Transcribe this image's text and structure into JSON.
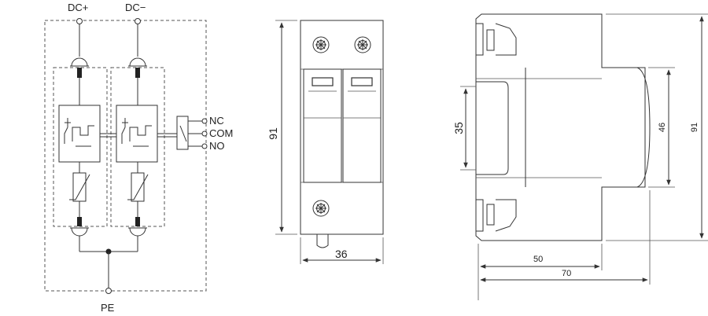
{
  "schematic": {
    "terminal_dc_plus": "DC+",
    "terminal_dc_minus": "DC−",
    "terminal_pe": "PE",
    "contact_nc": "NC",
    "contact_com": "COM",
    "contact_no": "NO"
  },
  "front_view": {
    "height_label": "91",
    "width_label": "36"
  },
  "side_view": {
    "dim_35": "35",
    "dim_46": "46",
    "dim_91": "91",
    "dim_50": "50",
    "dim_70": "70"
  }
}
